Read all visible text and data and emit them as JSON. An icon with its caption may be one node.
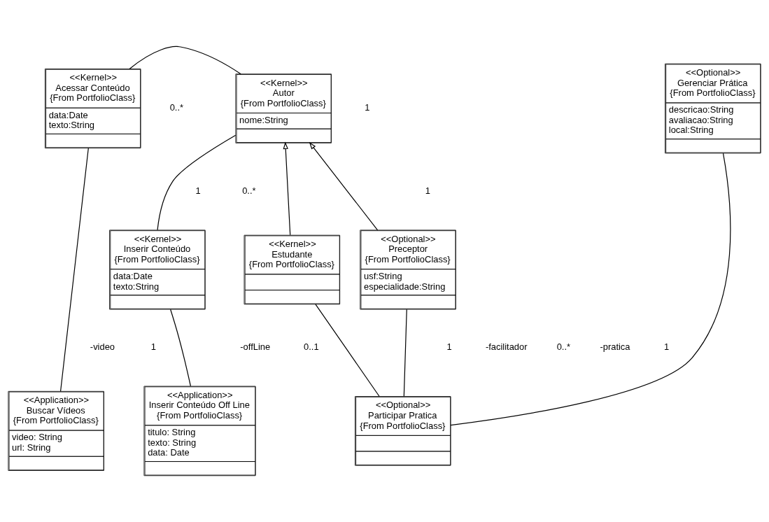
{
  "diagram": {
    "nodes": [
      {
        "text": [
          "<<Kernel>>",
          "Acessar Conteúdo",
          "{From PortfolioClass}",
          "data:Date",
          "texto:String"
        ]
      },
      {
        "text": [
          "<<Kernel>>",
          "Autor",
          "{From PortfolioClass}",
          "nome:String"
        ]
      },
      {
        "text": [
          "<<Optional>>",
          "Gerenciar Prática",
          "{From PortfolioClass}",
          "descricao:String",
          "avaliacao:String",
          "local:String"
        ]
      },
      {
        "text": [
          "<<Kernel>>",
          "Inserir Conteúdo",
          "{From PortfolioClass}",
          "data:Date",
          "texto:String"
        ]
      },
      {
        "text": [
          "<<Kernel>>",
          "Estudante",
          "{From PortfolioClass}"
        ]
      },
      {
        "text": [
          "<<Optional>>",
          "Preceptor",
          "{From PortfolioClass}",
          "usf:String",
          "especialidade:String"
        ]
      },
      {
        "text": [
          "<<Application>>",
          "Buscar Vídeos",
          "{From PortfolioClass}",
          "video: String",
          "url: String"
        ]
      },
      {
        "text": [
          "<<Application>>",
          "Inserir Conteúdo Off Line",
          "{From PortfolioClass}",
          "titulo: String",
          "texto: String",
          "data: Date"
        ]
      },
      {
        "text": [
          "<<Optional>>",
          "Participar Pratica",
          "{From PortfolioClass}"
        ]
      }
    ],
    "edges": [
      {
        "from": 0,
        "to": 1,
        "arrow": "none"
      },
      {
        "from": 1,
        "to": 3,
        "arrow": "none"
      },
      {
        "from": 4,
        "to": 1,
        "arrow": "to"
      },
      {
        "from": 5,
        "to": 1,
        "arrow": "to"
      },
      {
        "from": 2,
        "to": 8,
        "arrow": "none"
      },
      {
        "from": 0,
        "to": 6,
        "arrow": "none"
      },
      {
        "from": 3,
        "to": 7,
        "arrow": "none"
      },
      {
        "from": 4,
        "to": 8,
        "arrow": "none"
      },
      {
        "from": 5,
        "to": 8,
        "arrow": "none"
      }
    ],
    "labels": [
      "0..*",
      "1",
      "1",
      "0..*",
      "1",
      "-video",
      "1",
      "-offLine",
      "0..1",
      "1",
      "-facilitador",
      "0..*",
      "-pratica",
      "1"
    ]
  }
}
